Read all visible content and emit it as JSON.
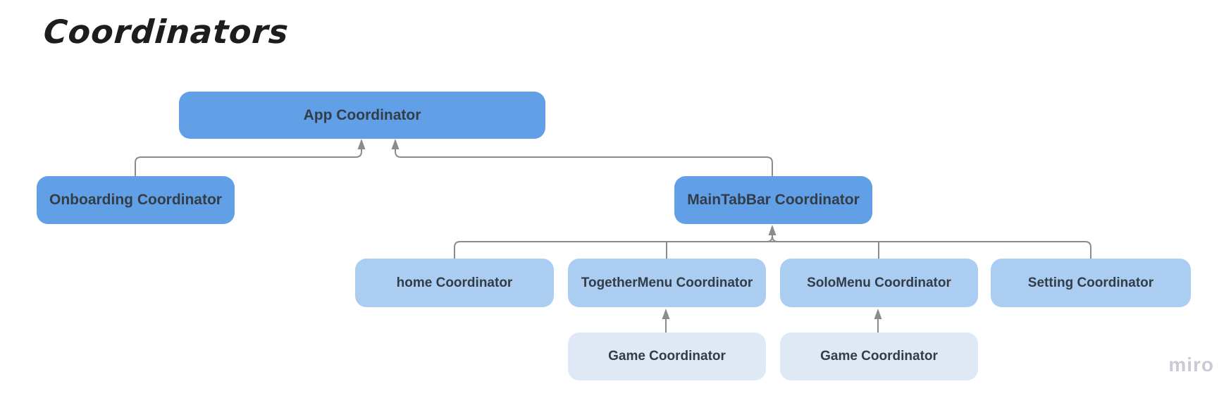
{
  "title": "Coordinators",
  "watermark": "miro",
  "colors": {
    "parent_fill": "#61A0E6",
    "child_fill": "#ABCDF2",
    "grandchild_fill": "#DFE9F6",
    "text_color": "#333D47",
    "connector": "#8C8C8C",
    "title_color": "#1D1D1D",
    "watermark_color": "#C9CAD6"
  },
  "nodes": {
    "app": {
      "label": "App Coordinator"
    },
    "onboarding": {
      "label": "Onboarding Coordinator"
    },
    "maintabbar": {
      "label": "MainTabBar Coordinator"
    },
    "home": {
      "label": "home Coordinator"
    },
    "together": {
      "label": "TogetherMenu Coordinator"
    },
    "solo": {
      "label": "SoloMenu Coordinator"
    },
    "setting": {
      "label": "Setting Coordinator"
    },
    "game_together": {
      "label": "Game Coordinator"
    },
    "game_solo": {
      "label": "Game Coordinator"
    }
  },
  "edges": [
    {
      "from": "Onboarding Coordinator",
      "to": "App Coordinator",
      "arrow": "up"
    },
    {
      "from": "MainTabBar Coordinator",
      "to": "App Coordinator",
      "arrow": "up"
    },
    {
      "from": "home Coordinator",
      "to": "MainTabBar Coordinator",
      "arrow": "up"
    },
    {
      "from": "TogetherMenu Coordinator",
      "to": "MainTabBar Coordinator",
      "arrow": "up"
    },
    {
      "from": "SoloMenu Coordinator",
      "to": "MainTabBar Coordinator",
      "arrow": "up"
    },
    {
      "from": "Setting Coordinator",
      "to": "MainTabBar Coordinator",
      "arrow": "up"
    },
    {
      "from": "Game Coordinator (under TogetherMenu)",
      "to": "TogetherMenu Coordinator",
      "arrow": "up"
    },
    {
      "from": "Game Coordinator (under SoloMenu)",
      "to": "SoloMenu Coordinator",
      "arrow": "up"
    }
  ]
}
